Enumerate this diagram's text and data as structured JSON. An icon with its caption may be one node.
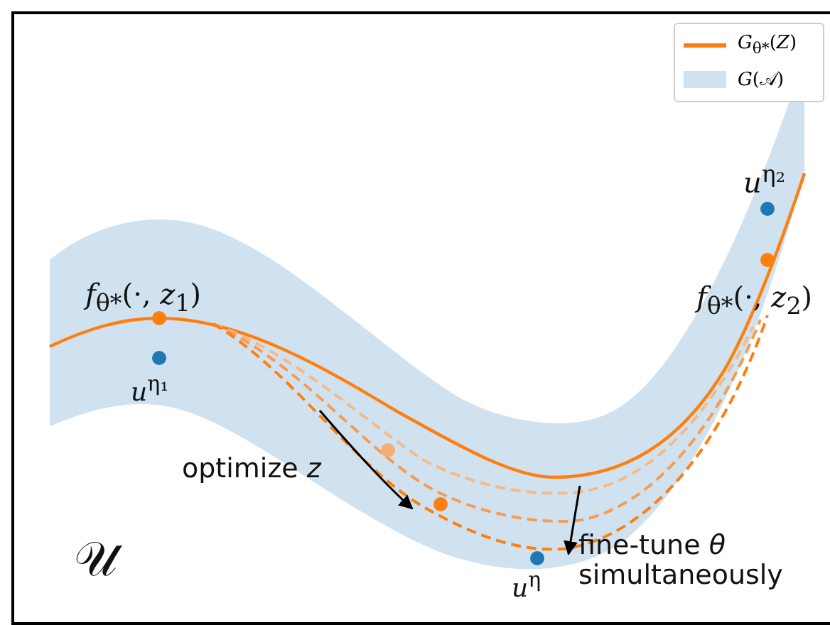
{
  "diagram": {
    "labels": [
      "*f*$_{θ*}$(·, *z*$_{1}$)",
      "*u*$^{η₂}$",
      "*f*$_{θ*}$(·, *z*$_{2}$)",
      "*u*$^{η₁}$",
      "optimize *z*",
      "fine-tune *θ* simultaneously",
      "*u*$^{η}$",
      "𝒰"
    ],
    "legend": [
      {
        "text": "*G*$_{θ*}$(*Z*)"
      },
      {
        "text": "*G*(𝒜)",
        "color": "#d0e2ef"
      }
    ]
  }
}
